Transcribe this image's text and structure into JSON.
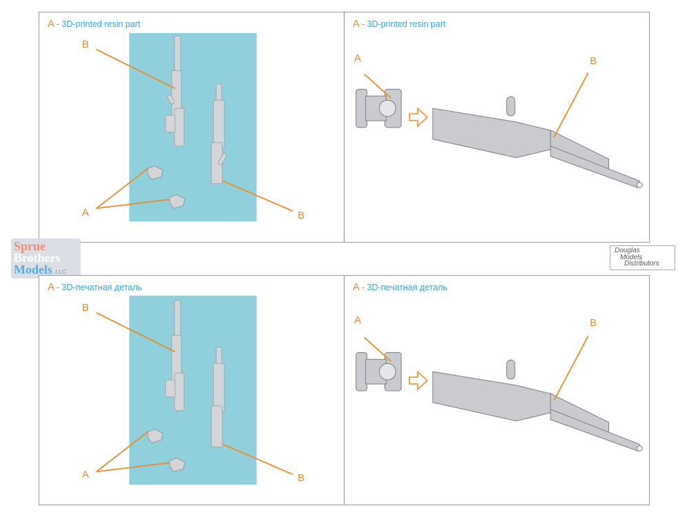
{
  "panels": {
    "top_left": {
      "caption_letter": "A",
      "caption_text": "- 3D-printed resin part",
      "labels": {
        "b_upper": "B",
        "a": "A",
        "b_lower": "B"
      }
    },
    "top_right": {
      "caption_letter": "A",
      "caption_text": "- 3D-printed resin part",
      "labels": {
        "a": "A",
        "b": "B"
      }
    },
    "bottom_left": {
      "caption_letter": "A",
      "caption_text": "- 3D-печатная деталь",
      "labels": {
        "b_upper": "B",
        "a": "A",
        "b_lower": "B"
      }
    },
    "bottom_right": {
      "caption_letter": "A",
      "caption_text": "- 3D-печатная деталь",
      "labels": {
        "a": "A",
        "b": "B"
      }
    }
  },
  "watermarks": {
    "left": {
      "line1": "Sprue",
      "line2": "Brothers",
      "line3": "Models",
      "suffix": "LLC"
    },
    "right": {
      "line1": "Douglas",
      "line2": "Models",
      "line3": "Distributors"
    }
  },
  "colors": {
    "caption_text": "#35a7d6",
    "callout": "#f08a24",
    "backdrop": "#8fd0dc",
    "part_grey": "#c9cbce"
  }
}
